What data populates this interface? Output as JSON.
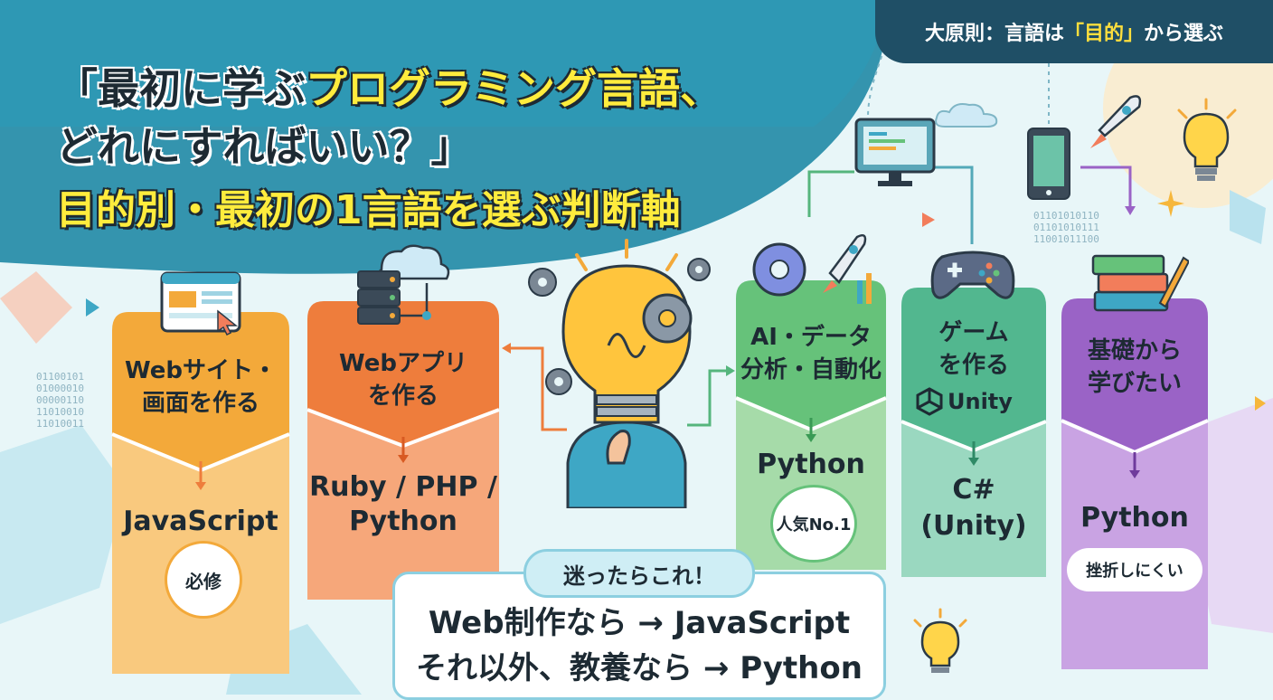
{
  "title": {
    "line1_pre": "「最初に学ぶ",
    "line1_highlight": "プログラミング言語、",
    "line2": "どれにすればいい？」",
    "subtitle": "目的別・最初の1言語を選ぶ判断軸"
  },
  "principle": {
    "pre": "大原則：言語は",
    "highlight": "「目的」",
    "post": "から選ぶ"
  },
  "binary": {
    "left": "01100101\n01000010\n00000110\n11010010\n11010011",
    "right": "01101010110\n01101010111\n11001011100"
  },
  "columns": [
    {
      "id": "web-site",
      "label": "Webサイト・\n画面を作る",
      "result": "JavaScript",
      "badge": "必修",
      "color": "#f3a93a"
    },
    {
      "id": "web-app",
      "label": "Webアプリ\nを作る",
      "result": "Ruby / PHP /\nPython",
      "badge": "",
      "color": "#ee7d3c"
    },
    {
      "id": "ai-data",
      "label": "AI・データ\n分析・自動化",
      "result": "Python",
      "badge": "人気No.1",
      "color": "#66c27a"
    },
    {
      "id": "game",
      "label": "ゲーム\nを作る",
      "sub": "Unity",
      "result": "C#\n(Unity)",
      "badge": "",
      "color": "#52b78f"
    },
    {
      "id": "basics",
      "label": "基礎から\n学びたい",
      "result": "Python",
      "badge": "挫折しにくい",
      "color": "#9a63c6"
    }
  ],
  "decision": {
    "header": "迷ったらこれ！",
    "line1": "Web制作なら → JavaScript",
    "line2": "それ以外、教養なら → Python"
  },
  "colors": {
    "title_band": "#2a8eaa",
    "principle_bg": "#1f4f66",
    "highlight": "#ffec3d"
  }
}
